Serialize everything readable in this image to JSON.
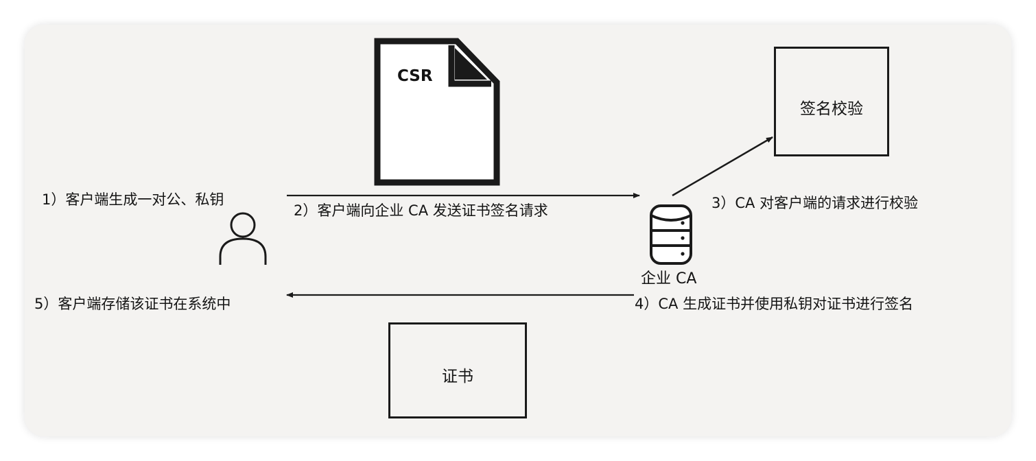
{
  "csr_document": {
    "label": "CSR"
  },
  "verify_box": {
    "label": "签名校验"
  },
  "certificate_box": {
    "label": "证书"
  },
  "ca_server": {
    "label": "企业 CA"
  },
  "steps": {
    "step1": "1）客户端生成一对公、私钥",
    "step2": "2）客户端向企业 CA 发送证书签名请求",
    "step3": "3）CA 对客户端的请求进行校验",
    "step4": "4）CA 生成证书并使用私钥对证书进行签名",
    "step5": "5）客户端存储该证书在系统中"
  },
  "colors": {
    "background": "#f4f3f1",
    "ink": "#1a1a1a"
  }
}
